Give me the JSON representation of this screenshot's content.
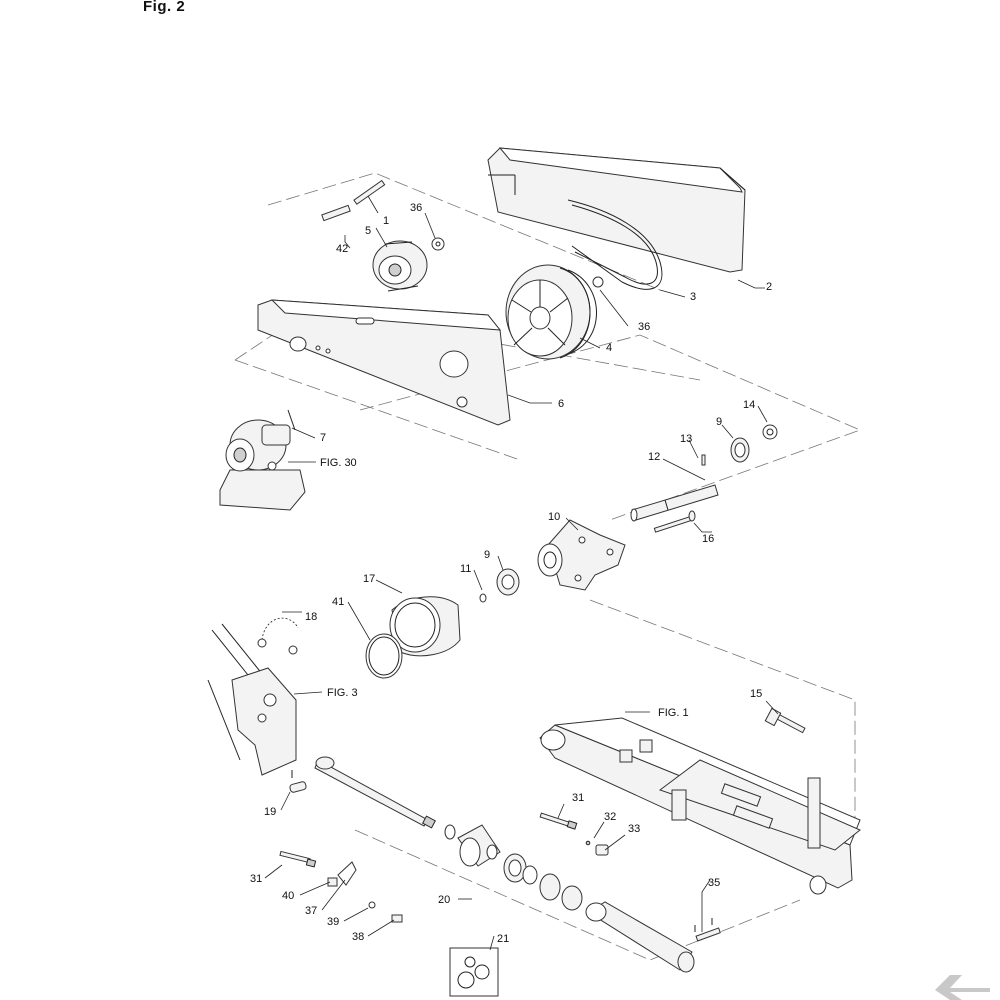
{
  "title": "Fig.  2",
  "labels": {
    "l1": "1",
    "l2": "2",
    "l3": "3",
    "l4": "4",
    "l5": "5",
    "l6": "6",
    "l7": "7",
    "l9a": "9",
    "l9b": "9",
    "l10": "10",
    "l11": "11",
    "l12": "12",
    "l13": "13",
    "l14": "14",
    "l15": "15",
    "l16": "16",
    "l17": "17",
    "l18": "18",
    "l19": "19",
    "l20": "20",
    "l21": "21",
    "l31a": "31",
    "l31b": "31",
    "l32": "32",
    "l33": "33",
    "l35": "35",
    "l36a": "36",
    "l36b": "36",
    "l37": "37",
    "l38": "38",
    "l39": "39",
    "l40": "40",
    "l41": "41",
    "l42": "42",
    "fig30": "FIG. 30",
    "fig3": "FIG.  3",
    "fig1": "FIG. 1"
  },
  "logo": {
    "name": "brand-logo",
    "color": "#c8c8c8"
  }
}
